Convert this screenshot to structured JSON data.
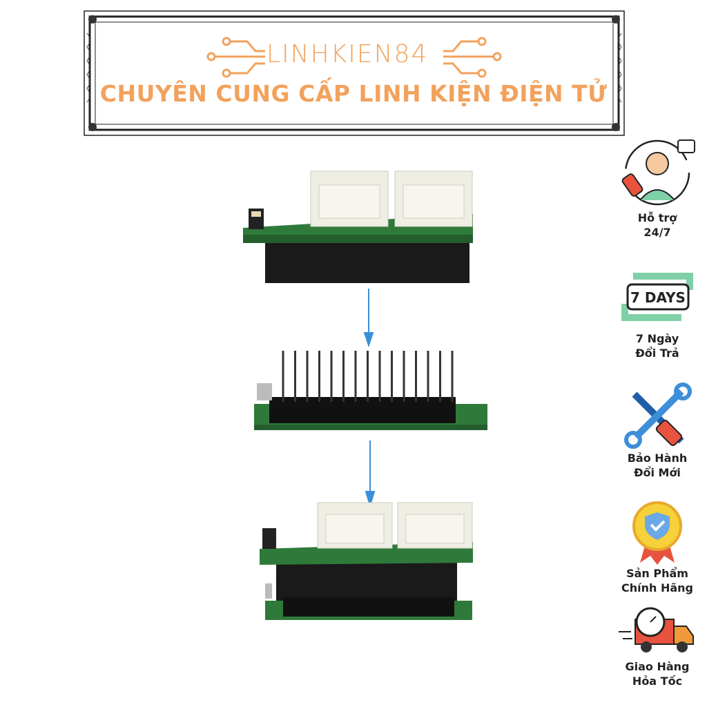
{
  "banner": {
    "brand": "LINHKIEN84",
    "tagline": "CHUYÊN CUNG CẤP LINH KIỆN ĐIỆN TỬ",
    "accent_color": "#f2a25c"
  },
  "product": {
    "images": [
      "board-with-grove-connectors",
      "board-with-pin-headers",
      "assembled-stack"
    ]
  },
  "features": [
    {
      "icon": "support-agent-icon",
      "label": "Hỗ trợ\n24/7"
    },
    {
      "icon": "seven-days-return-icon",
      "icon_text": "7 DAYS",
      "label": "7 Ngày\nĐổi Trả"
    },
    {
      "icon": "tools-icon",
      "label": "Bảo Hành\nĐổi Mới"
    },
    {
      "icon": "genuine-badge-icon",
      "label": "Sản Phẩm\nChính Hãng"
    },
    {
      "icon": "fast-delivery-icon",
      "label": "Giao Hàng\nHỏa Tốc"
    }
  ]
}
